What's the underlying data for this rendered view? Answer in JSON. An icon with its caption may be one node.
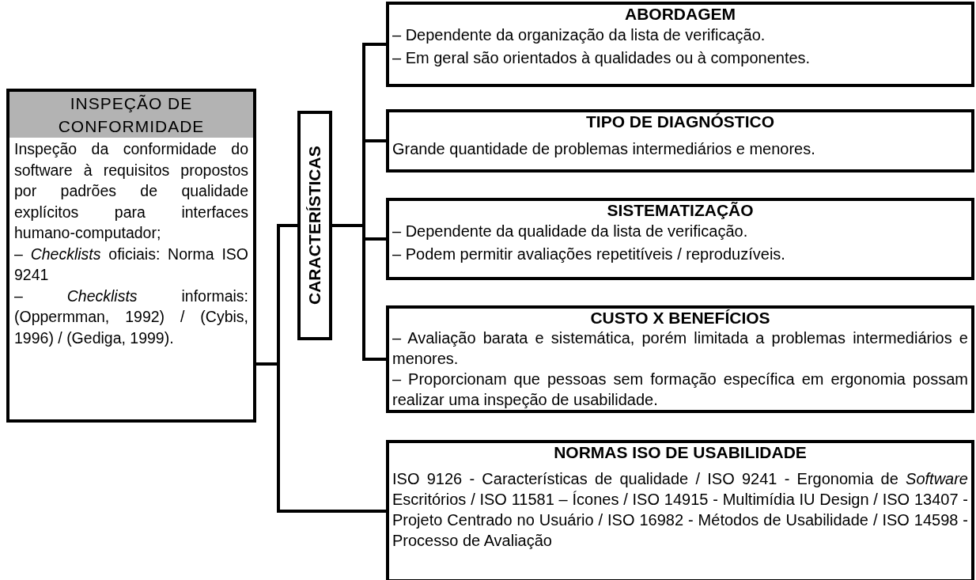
{
  "diagram": {
    "nodes": [
      {
        "text": [
          "INSPEÇÃO DE CONFORMIDADE",
          "Inspeção da conformidade do software à requisitos propostos por padrões de qualidade explícitos para interfaces humano-computador;",
          "– *Checklists* oficiais: Norma ISO 9241",
          "– *Checklists* informais: (Oppermman, 1992) / (Cybis, 1996) / (Gediga, 1999)."
        ]
      },
      {
        "text": [
          "CARACTERÍSTICAS"
        ]
      },
      {
        "text": [
          "ABORDAGEM",
          "– Dependente da organização da lista de verificação.",
          "– Em geral são orientados à qualidades ou à componentes."
        ]
      },
      {
        "text": [
          "TIPO DE DIAGNÓSTICO",
          "Grande quantidade de problemas intermediários e menores."
        ]
      },
      {
        "text": [
          "SISTEMATIZAÇÃO",
          "– Dependente da qualidade da lista de verificação.",
          "– Podem permitir avaliações repetitíveis / reproduzíveis."
        ]
      },
      {
        "text": [
          "CUSTO X BENEFÍCIOS",
          "– Avaliação barata e sistemática, porém limitada a problemas intermediários e menores.",
          "– Proporcionam que pessoas sem formação específica em ergonomia possam realizar uma inspeção de usabilidade."
        ]
      },
      {
        "text": [
          "NORMAS ISO DE USABILIDADE",
          "ISO 9126 - Características de qualidade / ISO 9241 - Ergonomia de *Software* Escritórios / ISO 11581 – Ícones / ISO 14915 - Multimídia IU Design / ISO 13407 - Projeto Centrado no Usuário / ISO 16982 - Métodos de Usabilidade / ISO 14598  - Processo de Avaliação"
        ]
      }
    ],
    "edges": [
      {
        "from": 0,
        "to": 1,
        "arrow": "none"
      },
      {
        "from": 1,
        "to": 2,
        "arrow": "none"
      },
      {
        "from": 1,
        "to": 3,
        "arrow": "none"
      },
      {
        "from": 1,
        "to": 4,
        "arrow": "none"
      },
      {
        "from": 1,
        "to": 5,
        "arrow": "none"
      },
      {
        "from": 0,
        "to": 6,
        "arrow": "none"
      }
    ]
  }
}
